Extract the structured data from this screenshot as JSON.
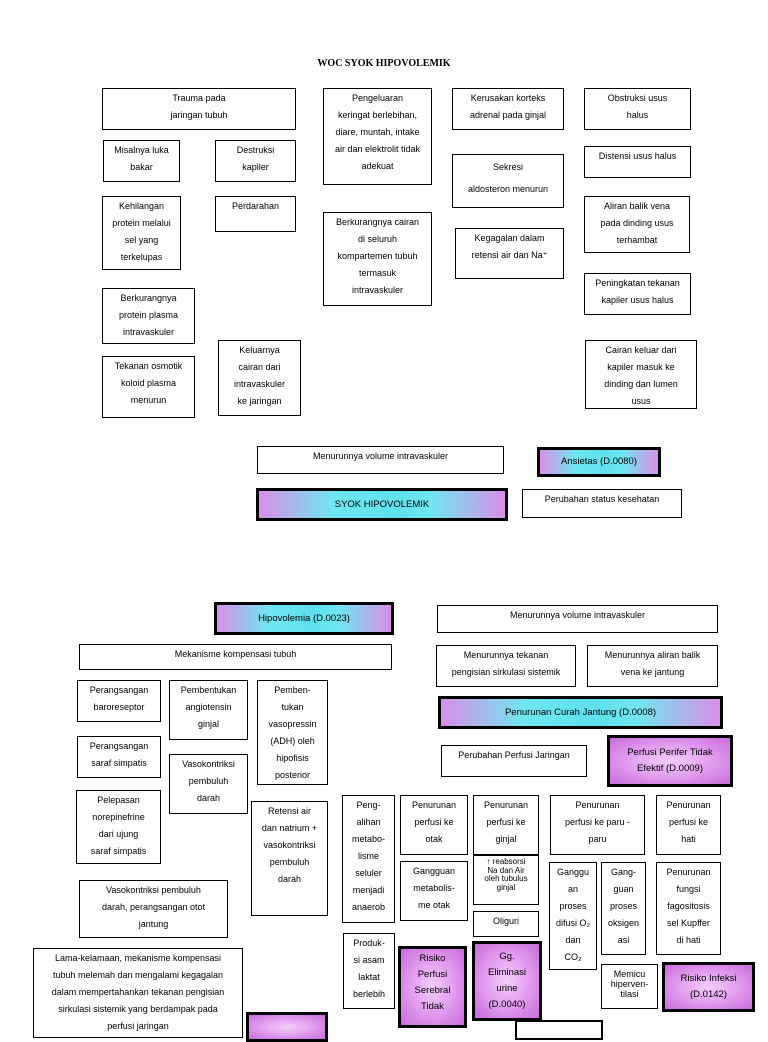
{
  "title": "WOC SYOK HIPOVOLEMIK",
  "top": {
    "trauma": "Trauma pada\njaringan tubuh",
    "luka": "Misalnya luka\nbakar",
    "destruksi": "Destruksi\nkapiler",
    "kehilangan": "Kehilangan\nprotein melalui\nsel yang\nterkelupas",
    "perdarahan": "Perdarahan",
    "protein_plasma": "Berkurangnya\nprotein plasma\nintravaskuler",
    "osmotik": "Tekanan osmotik\nkoloid plasma\nmenurun",
    "keluarnya": "Keluarnya\ncairan dari\nintravaskuler\nke jaringan",
    "pengeluaran": "Pengeluaran\nkeringat berlebihan,\ndiare, muntah, intake\nair dan elektrolit tidak\nadekuat",
    "berkurang_cairan": "Berkurangnya cairan\ndi seluruh\nkompartemen tubuh\ntermasuk\nintravaskuler",
    "korteks": "Kerusakan korteks\nadrenal pada ginjal",
    "sekresi": "Sekresi\naldosteron menurun",
    "kegagalan_na": "Kegagalan dalam\nretensi air dan Na⁺",
    "obstruksi": "Obstruksi usus\nhalus",
    "distensi": "Distensi usus halus",
    "aliran_balik_vena": "Aliran balik vena\npada dinding usus\nterhambat",
    "tekanan_kapiler": "Peningkatan tekanan\nkapiler usus halus",
    "cairan_keluar": "Cairan keluar dari\nkapiler masuk ke\ndinding dan lumen\nusus",
    "menurun_volume": "Menurunnya volume intravaskuler",
    "ansietas": "Ansietas (D.0080)",
    "syok": "SYOK HIPOVOLEMIK",
    "status_kesehatan": "Perubahan status kesehatan"
  },
  "bottom": {
    "hipovolemia": "Hipovolemia (D.0023)",
    "menurun_volume": "Menurunnya volume intravaskuler",
    "kompensasi": "Mekanisme kompensasi tubuh",
    "tekanan_pengisian": "Menurunnya tekanan\npengisian sirkulasi sistemik",
    "aliran_balik": "Menurunnya aliran balik\nvena ke jantung",
    "curah_jantung": "Penurunan Curah Jantung (D.0008)",
    "baroreseptor": "Perangsangan\nbaroreseptor",
    "angiotensin": "Pembentukan\nangiotensin\nginjal",
    "vasopressin": "Pemben-\ntukan\nvasopressin\n(ADH) oleh\nhipofisis\nposterior",
    "saraf_simpatis": "Perangsangan\nsaraf simpatis",
    "vasokontriksi": "Vasokontriksi\npembuluh\ndarah",
    "perfusi_jaringan": "Perubahan Perfusi Jaringan",
    "perfusi_perifer": "Perfusi Perifer Tidak\nEfektif (D.0009)",
    "norepinefrine": "Pelepasan\nnorepinefrine\ndari ujung\nsaraf simpatis",
    "retensi_air": "Retensi air\ndan natrium +\nvasokontriksi\npembuluh\ndarah",
    "metabolisme": "Peng-\nalihan\nmetabo-\nlisme\nseluler\nmenjadi\nanaerob",
    "perfusi_otak": "Penurunan\nperfusi ke\notak",
    "perfusi_ginjal": "Penurunan\nperfusi ke\nginjal",
    "perfusi_paru": "Penurunan\nperfusi ke paru -\nparu",
    "perfusi_hati": "Penurunan\nperfusi ke\nhati",
    "metabolisme_otak": "Gangguan\nmetabolis-\nme otak",
    "reabsorsi": "↑ reabsorsi\nNa dan Air\noleh tubulus\nginjal",
    "difusi": "Ganggu\nan\nproses\ndifusi O₂\ndan\nCO₂",
    "oksigenasi": "Gang-\nguan\nproses\noksigen\nasi",
    "fagositosis": "Penurunan\nfungsi\nfagositosis\nsel Kupffer\ndi hati",
    "vasokontriksi_jantung": "Vasokontriksi pembuluh\ndarah, perangsangan otot\njantung",
    "oliguri": "Oliguri",
    "laktat": "Produk-\nsi asam\nlaktat\nberlebih",
    "risiko_perfusi": "Risiko\nPerfusi\nSerebral\nTidak",
    "eliminasi": "Gg.\nEliminasi\nurine\n(D.0040)",
    "hiperventilasi": "Memicu\nhiperven-\ntilasi",
    "infeksi": "Risiko Infeksi\n(D.0142)",
    "lama_kelamaan": "Lama-kelamaan, mekanisme kompensasi\ntubuh melemah dan mengalami kegagalan\ndalam mempertahankan tekanan pengisian\nsirkulasi sistemik yang berdampak pada\nperfusi jaringan"
  }
}
